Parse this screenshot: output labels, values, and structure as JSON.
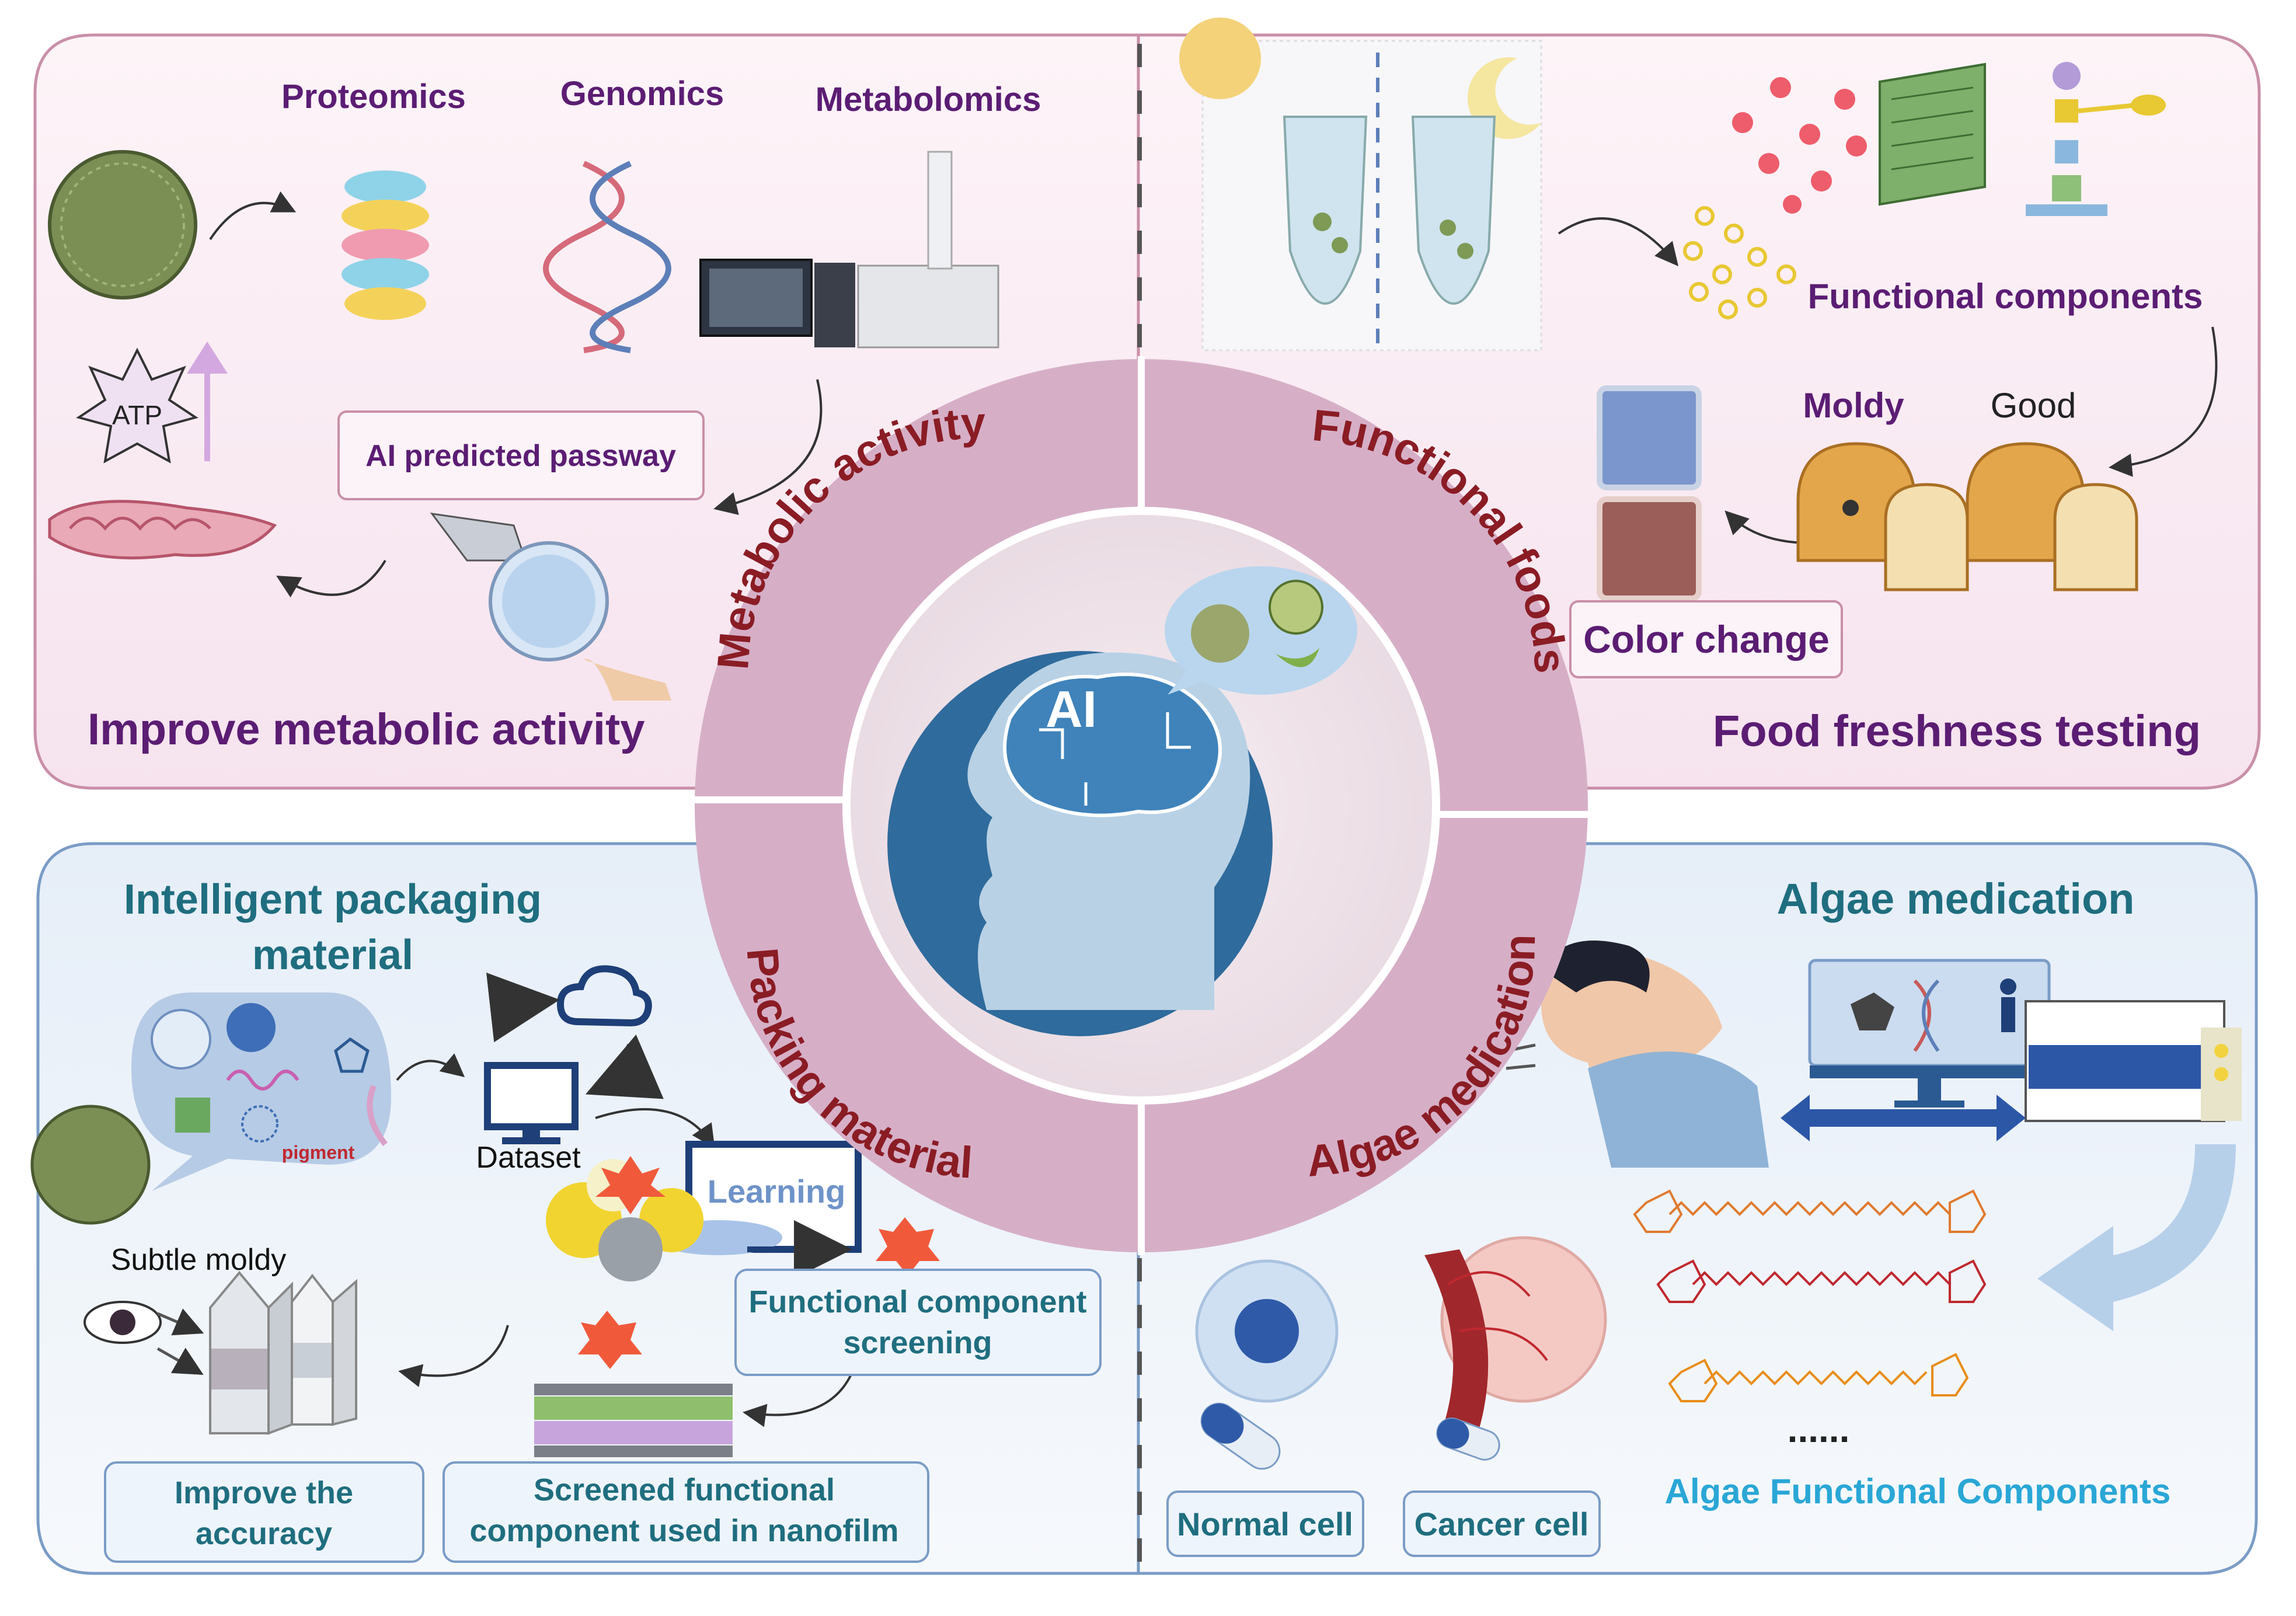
{
  "quadrants": {
    "top_left": {
      "omics": [
        "Proteomics",
        "Genomics",
        "Metabolomics"
      ],
      "atp_label": "ATP",
      "ai_pathway_label": "AI predicted passway",
      "title": "Improve metabolic activity"
    },
    "top_right": {
      "functional_components_label": "Functional components",
      "moldy_label": "Moldy",
      "good_label": "Good",
      "color_change_label": "Color change",
      "title": "Food freshness testing"
    },
    "bottom_left": {
      "title_line1": "Intelligent packaging",
      "title_line2": "material",
      "pigment_label": "pigment",
      "dataset_label": "Dataset",
      "learning_label": "Learning",
      "subtle_moldy_label": "Subtle moldy",
      "screening_line1": "Functional component",
      "screening_line2": "screening",
      "accuracy_line1": "Improve the",
      "accuracy_line2": "accuracy",
      "nanofilm_line1": "Screened functional",
      "nanofilm_line2": "component used in nanofilm"
    },
    "bottom_right": {
      "title": "Algae medication",
      "normal_cell_label": "Normal cell",
      "cancer_cell_label": "Cancer cell",
      "ellipsis": "......",
      "components_label": "Algae Functional Components"
    }
  },
  "ring": {
    "center_label": "AI",
    "segments": [
      "Metabolic activity",
      "Functional foods",
      "Packing material",
      "Algae medication"
    ]
  },
  "colors": {
    "purple_text": "#5b1d73",
    "teal_text": "#1f6e7f",
    "blue_text": "#2b5a93",
    "cyan_text": "#2aa7d6",
    "ring": "#d9b4cc",
    "ring_text": "#8a1c24",
    "pink_panel": "#fbeef4",
    "blue_panel": "#ebf1f8"
  }
}
